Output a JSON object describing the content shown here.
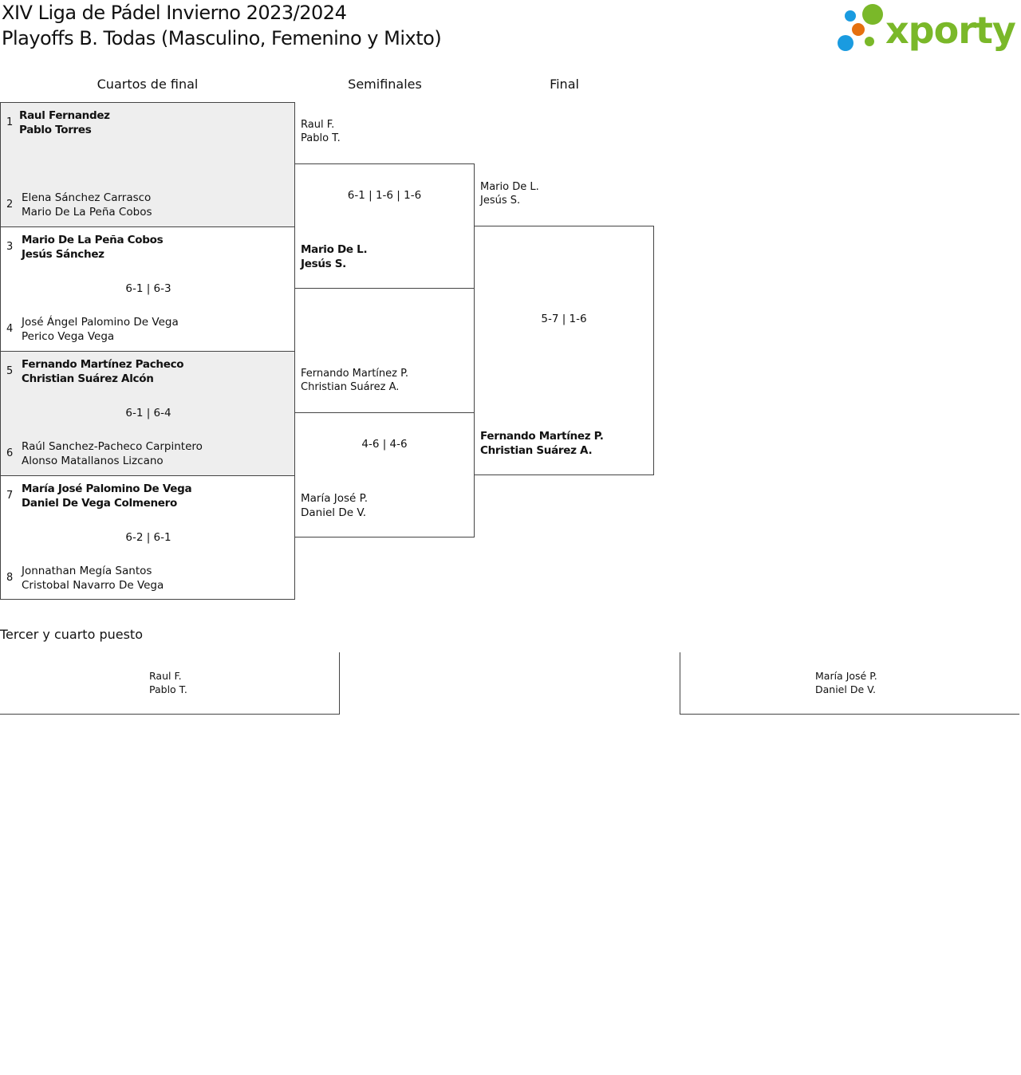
{
  "header": {
    "title": "XIV Liga de Pádel Invierno 2023/2024",
    "subtitle": "Playoffs B. Todas (Masculino, Femenino y Mixto)",
    "logo_text": "xporty"
  },
  "colors": {
    "brand_green": "#7ab829",
    "brand_blue": "#1a9be0",
    "brand_orange": "#e5700f"
  },
  "rounds": [
    "Cuartos de final",
    "Semifinales",
    "Final"
  ],
  "quarterfinals": [
    {
      "seed_a": "1",
      "a": [
        "Raul Fernandez",
        "Pablo Torres"
      ],
      "seed_b": "2",
      "b": [
        "Elena Sánchez Carrasco",
        "Mario De La Peña Cobos"
      ],
      "score": ""
    },
    {
      "seed_a": "3",
      "a": [
        "Mario De La Peña Cobos",
        "Jesús Sánchez"
      ],
      "seed_b": "4",
      "b": [
        "José Ángel Palomino De Vega",
        "Perico Vega Vega"
      ],
      "score": "6-1 | 6-3"
    },
    {
      "seed_a": "5",
      "a": [
        "Fernando Martínez Pacheco",
        "Christian Suárez Alcón"
      ],
      "seed_b": "6",
      "b": [
        "Raúl Sanchez-Pacheco Carpintero",
        "Alonso Matallanos Lizcano"
      ],
      "score": "6-1 | 6-4"
    },
    {
      "seed_a": "7",
      "a": [
        "María José Palomino De Vega",
        "Daniel De Vega Colmenero"
      ],
      "seed_b": "8",
      "b": [
        "Jonnathan Megía Santos",
        "Cristobal Navarro De Vega"
      ],
      "score": "6-2 | 6-1"
    }
  ],
  "semifinals": [
    {
      "a": [
        "Raul F.",
        "Pablo T."
      ],
      "b": [
        "Mario De L.",
        "Jesús S."
      ],
      "score": "6-1 | 1-6 | 1-6"
    },
    {
      "a": [
        "Fernando Martínez P.",
        "Christian Suárez A."
      ],
      "b": [
        "María José P.",
        "Daniel De V."
      ],
      "score": "4-6 | 4-6"
    }
  ],
  "final": {
    "a": [
      "Mario De L.",
      "Jesús S."
    ],
    "b": [
      "Fernando Martínez P.",
      "Christian Suárez A."
    ],
    "score": "5-7 | 1-6"
  },
  "third_place": {
    "title": "Tercer y cuarto puesto",
    "a": [
      "Raul F.",
      "Pablo T."
    ],
    "b": [
      "María José P.",
      "Daniel De V."
    ]
  }
}
